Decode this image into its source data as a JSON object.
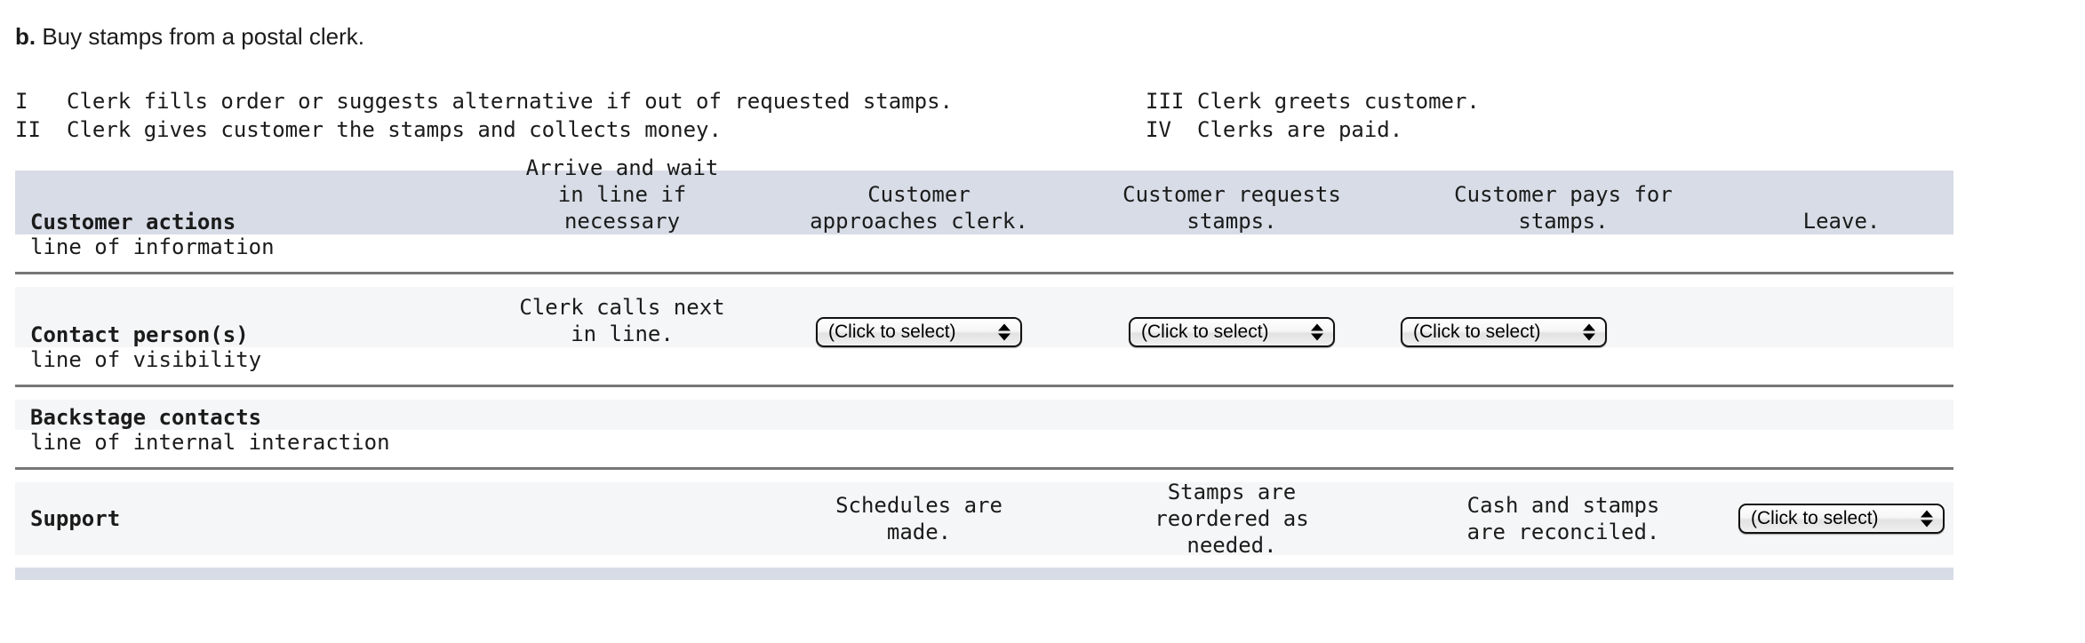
{
  "prompt": {
    "marker": "b.",
    "text": " Buy stamps from a postal clerk."
  },
  "steps": [
    {
      "num": "I",
      "text": "Clerk fills order or suggests alternative if out of requested stamps."
    },
    {
      "num": "II",
      "text": "Clerk gives customer the stamps and collects money."
    },
    {
      "num": "III",
      "text": "Clerk greets customer."
    },
    {
      "num": "IV",
      "text": "Clerks are paid."
    }
  ],
  "select_placeholder": "(Click to select)",
  "blueprint": {
    "rows": {
      "customer_actions": {
        "label": "Customer actions",
        "cells": [
          "Arrive and wait\nin line if\nnecessary",
          "Customer\napproaches clerk.",
          "Customer requests\nstamps.",
          "Customer pays for\nstamps.",
          "Leave."
        ]
      },
      "contact_persons": {
        "label": "Contact person(s)",
        "cells": [
          "Clerk calls next\nin line.",
          "",
          "",
          "",
          ""
        ]
      },
      "backstage_contacts": {
        "label": "Backstage contacts",
        "cells": [
          "",
          "",
          "",
          "",
          ""
        ]
      },
      "support": {
        "label": "Support",
        "cells": [
          "",
          "Schedules are\nmade.",
          "Stamps are\nreordered as\nneeded.",
          "Cash and stamps\nare reconciled.",
          ""
        ]
      }
    },
    "dividers": {
      "information": "line of information",
      "visibility": "line of visibility",
      "internal_interaction": "line of internal interaction"
    }
  },
  "colors": {
    "header_band": "#d7dce6",
    "row_band": "#f5f6f7",
    "rule": "#777777"
  }
}
